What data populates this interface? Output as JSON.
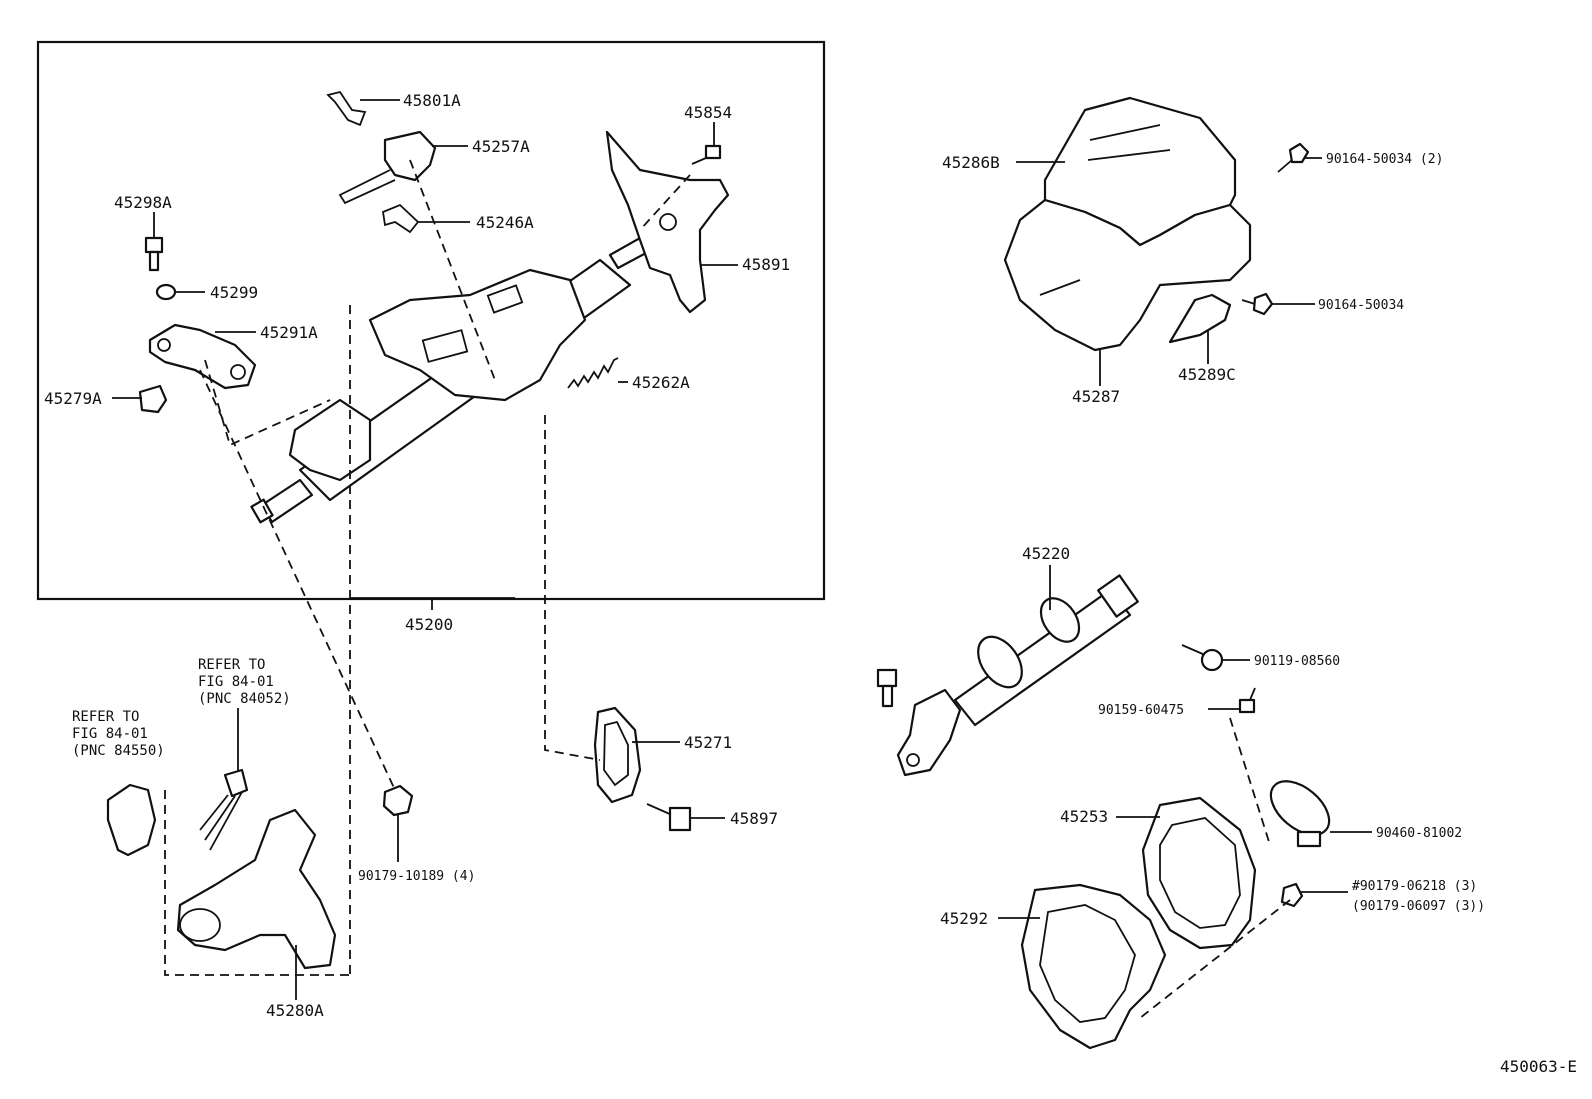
{
  "labels": {
    "p45801A": "45801A",
    "p45257A": "45257A",
    "p45246A": "45246A",
    "p45854": "45854",
    "p45891": "45891",
    "p45298A": "45298A",
    "p45299": "45299",
    "p45291A": "45291A",
    "p45279A": "45279A",
    "p45262A": "45262A",
    "p45200": "45200",
    "p45286B": "45286B",
    "p90164_50034_2": "90164-50034 (2)",
    "p90164_50034": "90164-50034",
    "p45287": "45287",
    "p45289C": "45289C",
    "p45220": "45220",
    "p90119_08560": "90119-08560",
    "p90159_60475": "90159-60475",
    "p45271": "45271",
    "p45897": "45897",
    "p90179_10189": "90179-10189 (4)",
    "p45253": "45253",
    "p90460_81002": "90460-81002",
    "p90179_06218": "#90179-06218 (3)",
    "p90179_06097": "(90179-06097 (3))",
    "p45292": "45292",
    "p45280A": "45280A"
  },
  "notes": {
    "ref1_line1": "REFER TO",
    "ref1_line2": "FIG 84-01",
    "ref1_line3": "(PNC 84052)",
    "ref2_line1": "REFER TO",
    "ref2_line2": "FIG 84-01",
    "ref2_line3": "(PNC 84550)"
  },
  "figure_id": "450063-E"
}
